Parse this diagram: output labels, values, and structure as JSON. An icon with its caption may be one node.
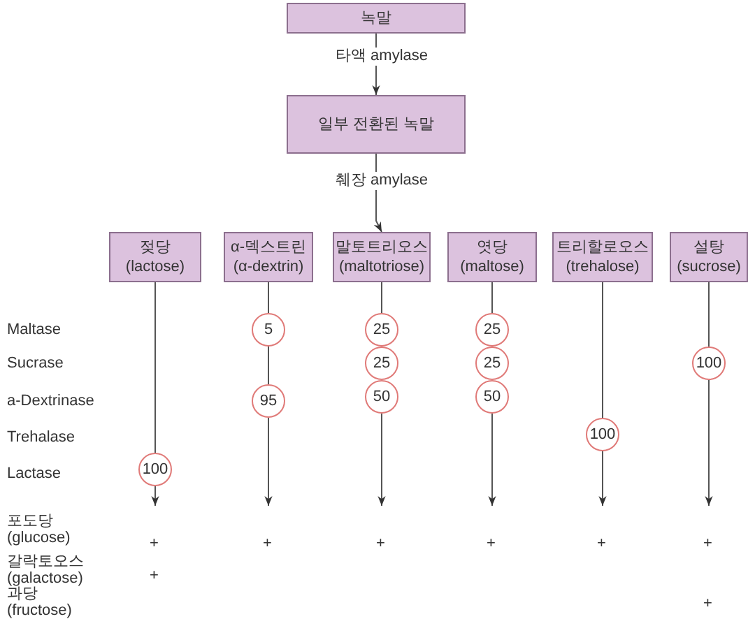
{
  "diagram": {
    "nodes": [
      {
        "text": [
          "녹말"
        ]
      },
      {
        "text": [
          "일부 전환된 녹말"
        ]
      },
      {
        "text": [
          "젖당 (lactose)"
        ]
      },
      {
        "text": [
          "α-덱스트린 (α-dextrin)"
        ]
      },
      {
        "text": [
          "말토트리오스 (maltotriose)"
        ]
      },
      {
        "text": [
          "엿당 (maltose)"
        ]
      },
      {
        "text": [
          "트리할로오스 (trehalose)"
        ]
      },
      {
        "text": [
          "설탕 (sucrose)"
        ]
      },
      {
        "text": [
          "5"
        ]
      },
      {
        "text": [
          "25"
        ]
      },
      {
        "text": [
          "25"
        ]
      },
      {
        "text": [
          "25"
        ]
      },
      {
        "text": [
          "25"
        ]
      },
      {
        "text": [
          "100"
        ]
      },
      {
        "text": [
          "95"
        ]
      },
      {
        "text": [
          "50"
        ]
      },
      {
        "text": [
          "50"
        ]
      },
      {
        "text": [
          "100"
        ]
      },
      {
        "text": [
          "100"
        ]
      }
    ],
    "edges": [
      {
        "from": 0,
        "to": 1,
        "arrow": "to",
        "label": "타액 amylase"
      },
      {
        "from": 1,
        "to": 4,
        "arrow": "to",
        "label": "췌장 amylase"
      },
      {
        "from": 2,
        "to": 18,
        "arrow": "none"
      },
      {
        "from": 18,
        "to": null,
        "arrow": "to"
      },
      {
        "from": 3,
        "to": 8,
        "arrow": "none"
      },
      {
        "from": 8,
        "to": 14,
        "arrow": "none"
      },
      {
        "from": 14,
        "to": null,
        "arrow": "to"
      },
      {
        "from": 4,
        "to": 9,
        "arrow": "none"
      },
      {
        "from": 15,
        "to": null,
        "arrow": "to"
      },
      {
        "from": 5,
        "to": 10,
        "arrow": "none"
      },
      {
        "from": 16,
        "to": null,
        "arrow": "to"
      },
      {
        "from": 6,
        "to": 17,
        "arrow": "none"
      },
      {
        "from": 17,
        "to": null,
        "arrow": "to"
      },
      {
        "from": 7,
        "to": 13,
        "arrow": "none"
      },
      {
        "from": 13,
        "to": null,
        "arrow": "to"
      }
    ],
    "labels": [
      "Maltase",
      "Sucrase",
      "a-Dextrinase",
      "Trehalase",
      "Lactase",
      "포도당 (glucose)",
      "+",
      "+",
      "+",
      "+",
      "+",
      "+",
      "갈락토오스 (galactose)",
      "+",
      "과당 (fructose)",
      "+"
    ]
  }
}
